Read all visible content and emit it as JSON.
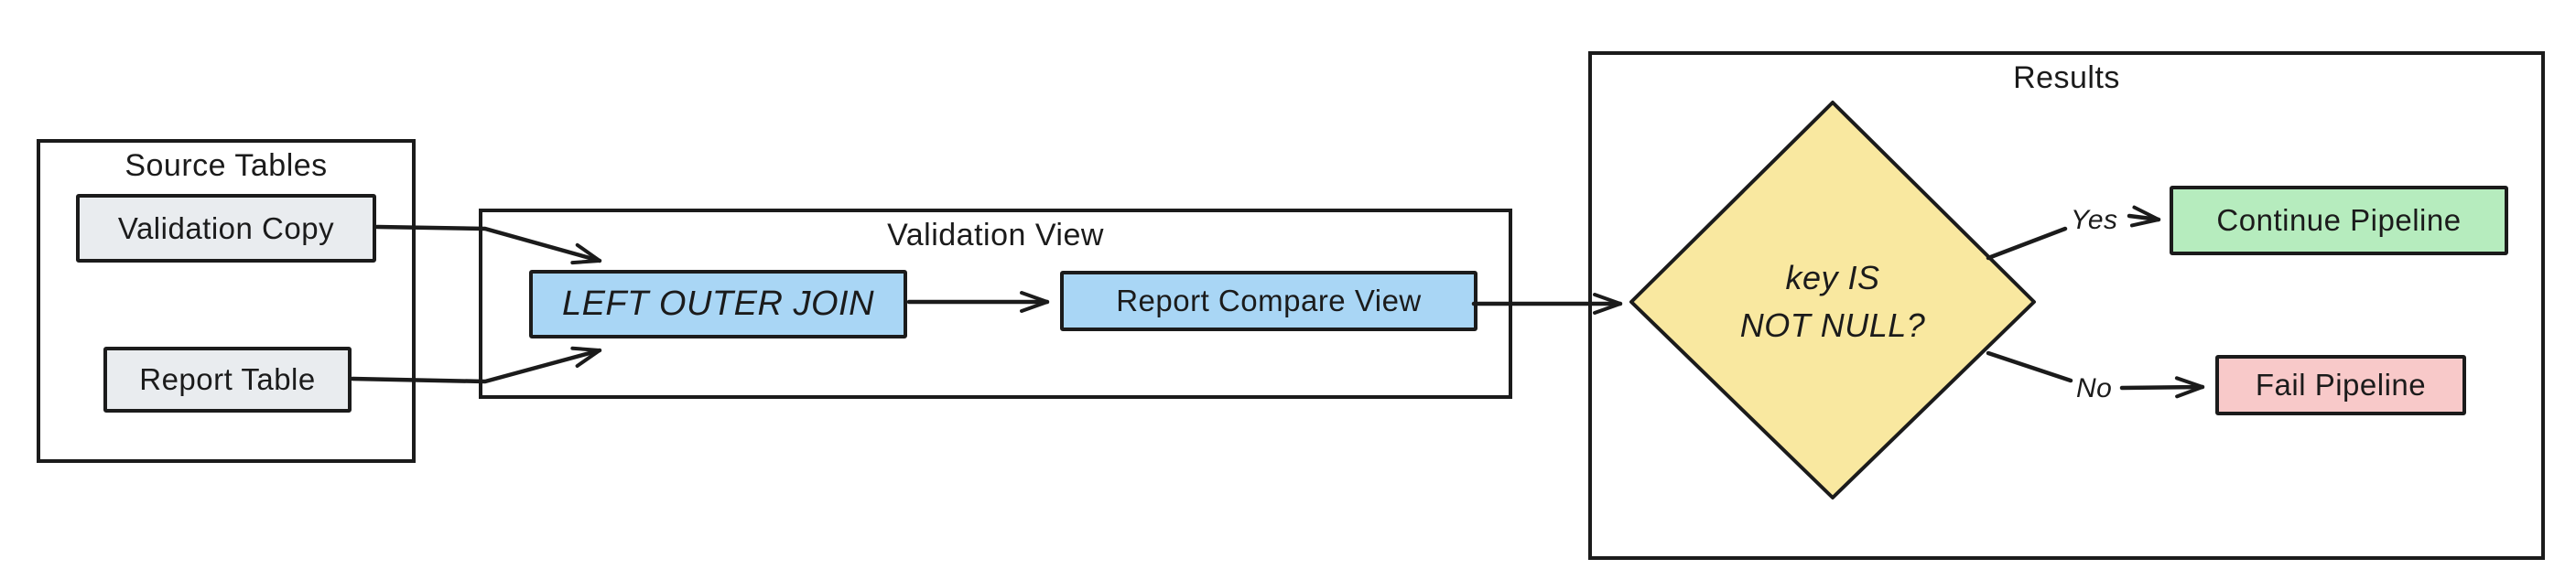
{
  "groups": {
    "source_tables": {
      "title": "Source Tables",
      "nodes": {
        "validation_copy": {
          "label": "Validation Copy",
          "fill": "#e9ecef"
        },
        "report_table": {
          "label": "Report Table",
          "fill": "#e9ecef"
        }
      }
    },
    "validation_view": {
      "title": "Validation View",
      "nodes": {
        "left_outer_join": {
          "label": "LEFT OUTER JOIN",
          "fill": "#a9d6f5"
        },
        "report_compare_view": {
          "label": "Report Compare View",
          "fill": "#a9d6f5"
        }
      }
    },
    "results": {
      "title": "Results",
      "nodes": {
        "decision": {
          "label_line1": "key IS",
          "label_line2": "NOT NULL?",
          "fill": "#f9e8a0"
        },
        "continue_pipeline": {
          "label": "Continue Pipeline",
          "fill": "#b6ecbe"
        },
        "fail_pipeline": {
          "label": "Fail Pipeline",
          "fill": "#f8c9c9"
        }
      }
    }
  },
  "edges": [
    {
      "from": "Validation Copy",
      "to": "LEFT OUTER JOIN",
      "label": ""
    },
    {
      "from": "Report Table",
      "to": "LEFT OUTER JOIN",
      "label": ""
    },
    {
      "from": "LEFT OUTER JOIN",
      "to": "Report Compare View",
      "label": ""
    },
    {
      "from": "Report Compare View",
      "to": "key IS NOT NULL?",
      "label": ""
    },
    {
      "from": "key IS NOT NULL?",
      "to": "Continue Pipeline",
      "label": "Yes"
    },
    {
      "from": "key IS NOT NULL?",
      "to": "Fail Pipeline",
      "label": "No"
    }
  ],
  "colors": {
    "stroke": "#1b1b1b",
    "background": "#ffffff"
  }
}
